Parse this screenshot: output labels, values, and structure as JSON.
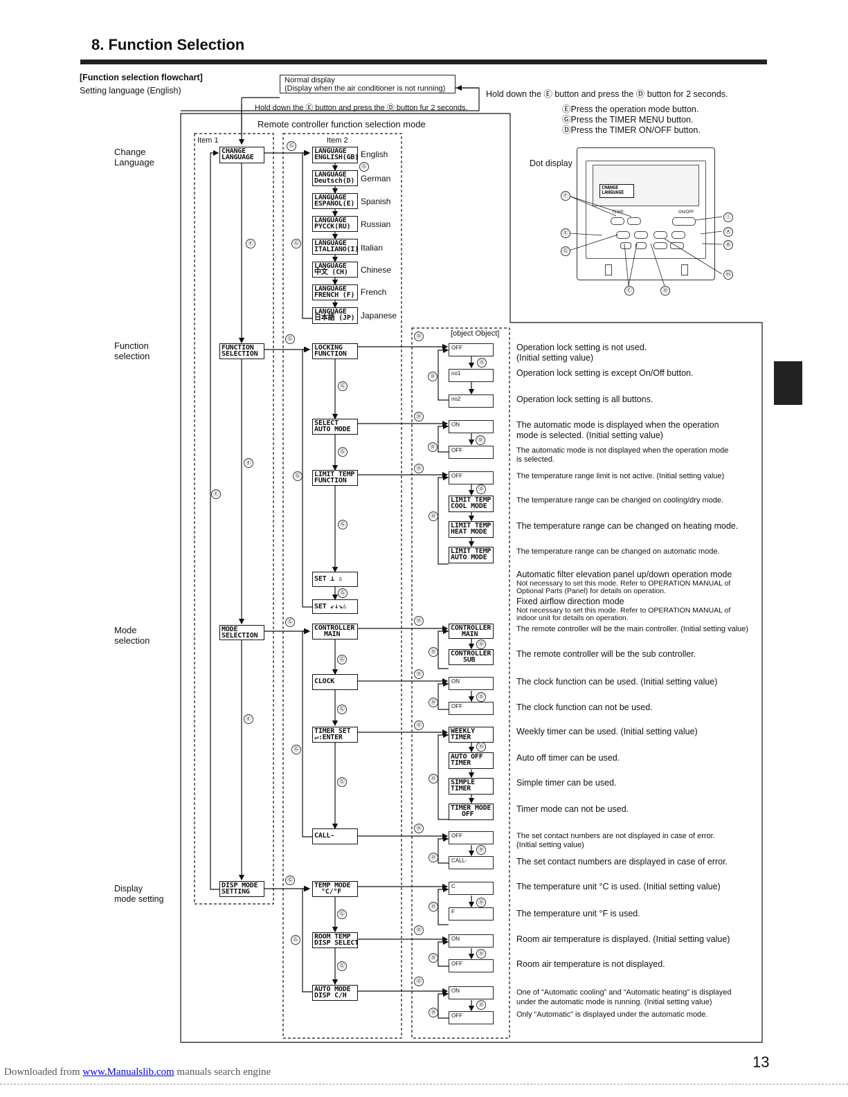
{
  "page_title": "8. Function Selection",
  "flowchart_heading": "[Function selection flowchart]",
  "setting_language": "Setting language (English)",
  "normal_display_line1": "Normal display",
  "normal_display_line2": "(Display when the air conditioner is not running)",
  "hold_down_top": "Hold down the Ⓔ button and press the Ⓓ button for 2 seconds.",
  "hold_down_inner": "Hold down the Ⓔ button and press the Ⓓ button fur 2 seconds.",
  "legend": [
    "ⒺPress the operation mode button.",
    "ⒼPress the TIMER MENU button.",
    "ⒹPress the TIMER ON/OFF button."
  ],
  "mode_title": "Remote controller function selection mode",
  "item1": "Item 1",
  "item2": "Item 2",
  "item3": {
    "off1": "OFF",
    "no1": "no1",
    "no2": "no2",
    "on1": "ON",
    "off2": "OFF",
    "off3": "OFF",
    "lt_cool": [
      "LIMIT TEMP",
      "COOL MODE"
    ],
    "lt_heat": [
      "LIMIT TEMP",
      "HEAT MODE"
    ],
    "lt_auto": [
      "LIMIT TEMP",
      "AUTO MODE"
    ],
    "ctrl_main": [
      "CONTROLLER",
      "MAIN"
    ],
    "ctrl_sub": [
      "CONTROLLER",
      "SUB"
    ],
    "on2": "ON",
    "off4": "OFF",
    "weekly": [
      "WEEKLY",
      "TIMER"
    ],
    "autooff": [
      "AUTO OFF",
      "TIMER"
    ],
    "simple": [
      "SIMPLE",
      "TIMER"
    ],
    "tmode": [
      "TIMER MODE",
      "OFF"
    ],
    "off5": "OFF",
    "call": "CALL-",
    "c": "C",
    "f": "F",
    "on3": "ON",
    "off6": "OFF",
    "on4": "ON",
    "off7": "OFF"
  },
  "dot_display": "Dot display",
  "categories": [
    "Change\nLanguage",
    "Function\nselection",
    "Mode\nselection",
    "Display\nmode setting"
  ],
  "cat_lines": {
    "c1a": "Change",
    "c1b": "Language",
    "c2a": "Function",
    "c2b": "selection",
    "c3a": "Mode",
    "c3b": "selection",
    "c4a": "Display",
    "c4b": "mode setting"
  },
  "item1_boxes": {
    "b1": [
      "CHANGE",
      "LANGUAGE"
    ],
    "b2": [
      "FUNCTION",
      "SELECTION"
    ],
    "b3": [
      "MODE",
      "SELECTION"
    ],
    "b4": [
      "DISP MODE",
      "SETTING"
    ]
  },
  "languages": [
    "English",
    "German",
    "Spanish",
    "Russian",
    "Italian",
    "Chinese",
    "French",
    "Japanese"
  ],
  "lang_lcd": [
    [
      "LANGUAGE",
      "ENGLISH(GB)"
    ],
    [
      "LANGUAGE",
      "Deutsch(D)"
    ],
    [
      "LANGUAGE",
      "ESPAÑOL(E)"
    ],
    [
      "LANGUAGE",
      "PYCCK(RU)"
    ],
    [
      "LANGUAGE",
      "ITALIANO(I)"
    ],
    [
      "LANGUAGE",
      "中文  (CH)"
    ],
    [
      "LANGUAGE",
      "FRENCH (F)"
    ],
    [
      "LANGUAGE",
      "日本語 (JP)"
    ]
  ],
  "item2_boxes": {
    "locking": [
      "LOCKING",
      "FUNCTION"
    ],
    "select_auto": [
      "SELECT",
      "AUTO MODE"
    ],
    "limit_temp": [
      "LIMIT TEMP",
      "FUNCTION"
    ],
    "set_panel": [
      "SET ⊥ ♙"
    ],
    "set_airflow": [
      "SET ↙↓↘♙"
    ],
    "controller": [
      "CONTROLLER",
      "MAIN"
    ],
    "clock": [
      "CLOCK"
    ],
    "timer_set": [
      "TIMER SET",
      "↵:ENTER"
    ],
    "call": [
      "CALL-"
    ],
    "temp_mode": [
      "TEMP MODE",
      "°C/°F"
    ],
    "room_temp": [
      "ROOM TEMP",
      "DISP SELECT"
    ],
    "auto_mode": [
      "AUTO MODE",
      "DISP C/H"
    ]
  },
  "descriptions": {
    "d1a": "Operation lock setting is not used.",
    "d1b": "(Initial setting value)",
    "d2": "Operation lock setting is except On/Off button.",
    "d3": "Operation lock setting is all buttons.",
    "d4a": "The automatic mode is displayed when the operation",
    "d4b": "mode is selected. (Initial setting value)",
    "d5a": "The automatic mode is not displayed when the operation mode",
    "d5b": " is selected.",
    "d6": "The temperature range limit is not active. (Initial setting value)",
    "d7": "The temperature range can be changed on cooling/dry mode.",
    "d8": "The temperature range can be changed on heating mode.",
    "d9": "The temperature range can be changed on automatic mode.",
    "d10a": "Automatic filter elevation panel up/down operation mode",
    "d10b": "Not necessary to set this mode. Refer to OPERATION MANUAL of",
    "d10c": "Optional Parts (Panel) for details on operation.",
    "d11a": "Fixed airflow direction mode",
    "d11b": "Not necessary to set this mode. Refer to OPERATION MANUAL of",
    "d11c": "indoor unit for details on operation.",
    "d12": "The remote controller will be the main controller. (Initial setting value)",
    "d13": "The remote controller will be the sub controller.",
    "d14": "The clock function can be used. (Initial setting value)",
    "d15": "The clock function can not be used.",
    "d16": "Weekly timer can be used. (Initial setting value)",
    "d17": "Auto off timer can be used.",
    "d18": "Simple timer can be used.",
    "d19": "Timer mode can not be used.",
    "d20a": "The set contact numbers are not displayed in case of error.",
    "d20b": "(Initial setting value)",
    "d21": "The set contact numbers are displayed in case of error.",
    "d22": "The temperature unit °C is used. (Initial setting value)",
    "d23": "The temperature unit °F is used.",
    "d24": "Room air temperature is displayed. (Initial setting value)",
    "d25": "Room air temperature is not displayed.",
    "d26a": "One of “Automatic cooling” and “Automatic heating” is displayed",
    "d26b": "under the automatic mode is running. (Initial setting value)",
    "d27": "Only “Automatic” is displayed under the automatic mode."
  },
  "remote": {
    "screen_l1": "CHANGE",
    "screen_l2": "LANGUAGE",
    "temp": "TEMP.",
    "onoff": "ON/OFF",
    "labels": [
      "Ⓕ",
      "Ⓔ",
      "Ⓖ",
      "Ⓘ",
      "Ⓐ",
      "Ⓑ",
      "Ⓗ",
      "Ⓒ",
      "Ⓓ"
    ]
  },
  "symbols": {
    "E": "Ⓔ",
    "G": "Ⓖ",
    "D": "Ⓓ"
  },
  "page_number": "13",
  "footer_prefix": "Downloaded from",
  "footer_link": "www.Manualslib.com",
  "footer_suffix": " manuals search engine"
}
